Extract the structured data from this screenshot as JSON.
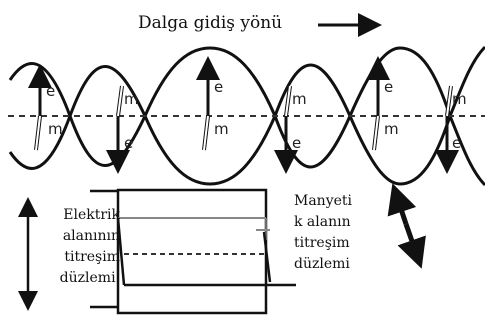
{
  "title": "Dalga gidiş yönü",
  "labels": {
    "e": "e",
    "m": "m"
  },
  "electric_label": [
    "Elektrik",
    "alanının",
    "titreşim",
    "düzlemi."
  ],
  "magnetic_label": [
    "Manyeti",
    "k alanın",
    "titreşim",
    "düzlemi"
  ]
}
